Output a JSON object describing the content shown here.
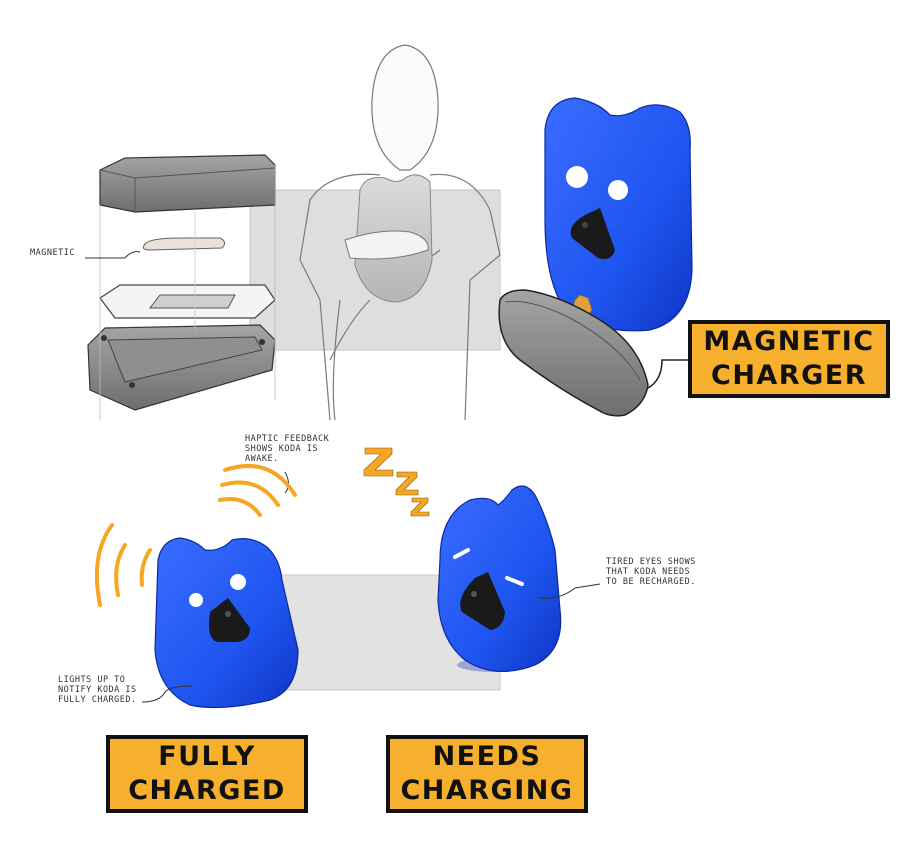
{
  "tags": {
    "magnetic_charger": [
      "MAGNETIC",
      "CHARGER"
    ],
    "fully_charged": [
      "FULLY",
      "CHARGED"
    ],
    "needs_charging": [
      "NEEDS",
      "CHARGING"
    ]
  },
  "annotations": {
    "magnetic": "MAGNETIC",
    "haptic": [
      "HAPTIC FEEDBACK",
      "SHOWS KODA IS",
      "AWAKE."
    ],
    "tired_eyes": [
      "TIRED EYES SHOWS",
      "THAT KODA NEEDS",
      "TO BE RECHARGED."
    ],
    "lights_up": [
      "LIGHTS UP TO",
      "NOTIFY KODA IS",
      "FULLY CHARGED."
    ]
  },
  "sleep_glyphs": [
    "Z",
    "Z",
    "Z"
  ],
  "colors": {
    "device_blue": "#1f55f0",
    "device_blue_dark": "#0f35c4",
    "tag_orange": "#f6b02e",
    "wave_orange": "#f5a623",
    "sketch_gray": "#8a8a8a",
    "paper_gray": "#d9d9d9"
  }
}
